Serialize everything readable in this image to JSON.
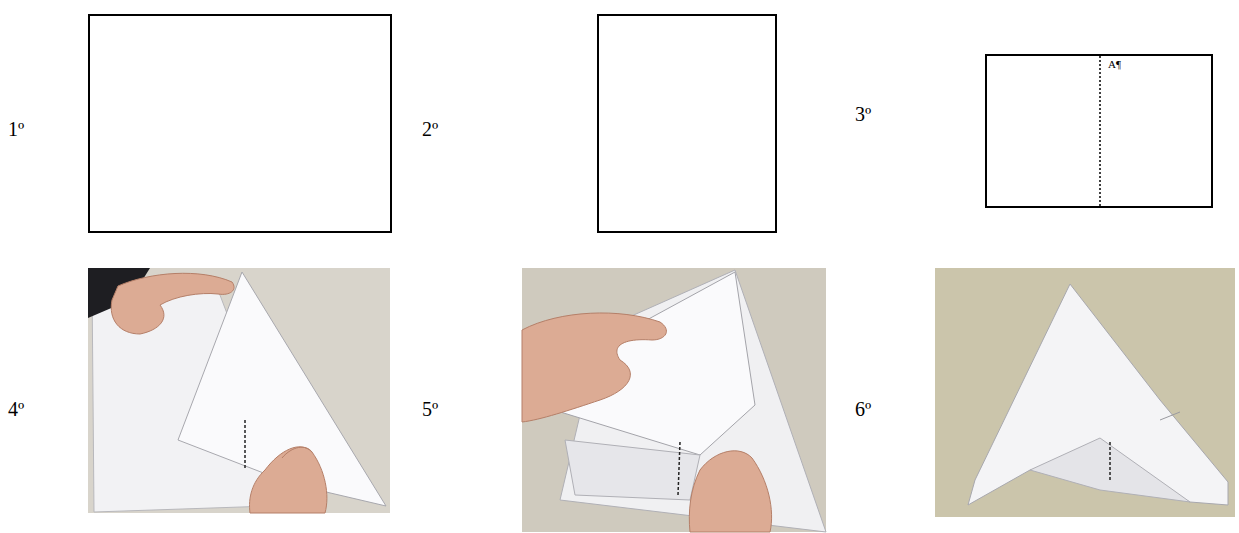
{
  "diagram": {
    "nodes": [
      {
        "text": [
          "A¶"
        ]
      }
    ],
    "labels": [
      "1º",
      "2º",
      "3º",
      "4º",
      "5º",
      "6º"
    ]
  }
}
